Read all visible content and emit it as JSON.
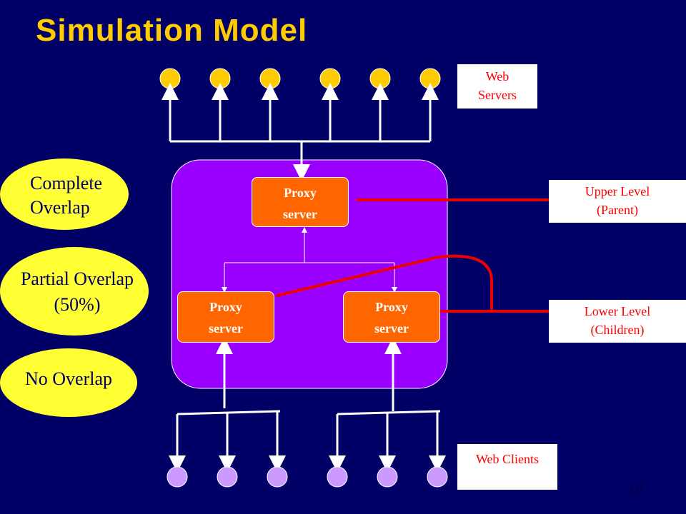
{
  "title": "Simulation Model",
  "labels": {
    "web_servers_line1": "Web",
    "web_servers_line2": "Servers",
    "upper_level_line1": "Upper Level",
    "upper_level_line2": "(Parent)",
    "lower_level_line1": "Lower Level",
    "lower_level_line2": "(Children)",
    "web_clients": "Web Clients"
  },
  "proxies": {
    "top": {
      "line1": "Proxy",
      "line2": "server"
    },
    "left": {
      "line1": "Proxy",
      "line2": "server"
    },
    "right": {
      "line1": "Proxy",
      "line2": "server"
    }
  },
  "overlap_options": {
    "complete_line1": "Complete",
    "complete_line2": "Overlap",
    "partial_line1": "Partial Overlap",
    "partial_line2": "(50%)",
    "none": "No Overlap"
  },
  "page_number": "10",
  "colors": {
    "background": "#000066",
    "title": "#ffcc00",
    "proxy_box": "#ff6600",
    "cluster": "#9900ff",
    "server_node": "#ffcc00",
    "client_node": "#cc99ff",
    "connector": "#ff0000",
    "ellipse": "#ffff33"
  }
}
